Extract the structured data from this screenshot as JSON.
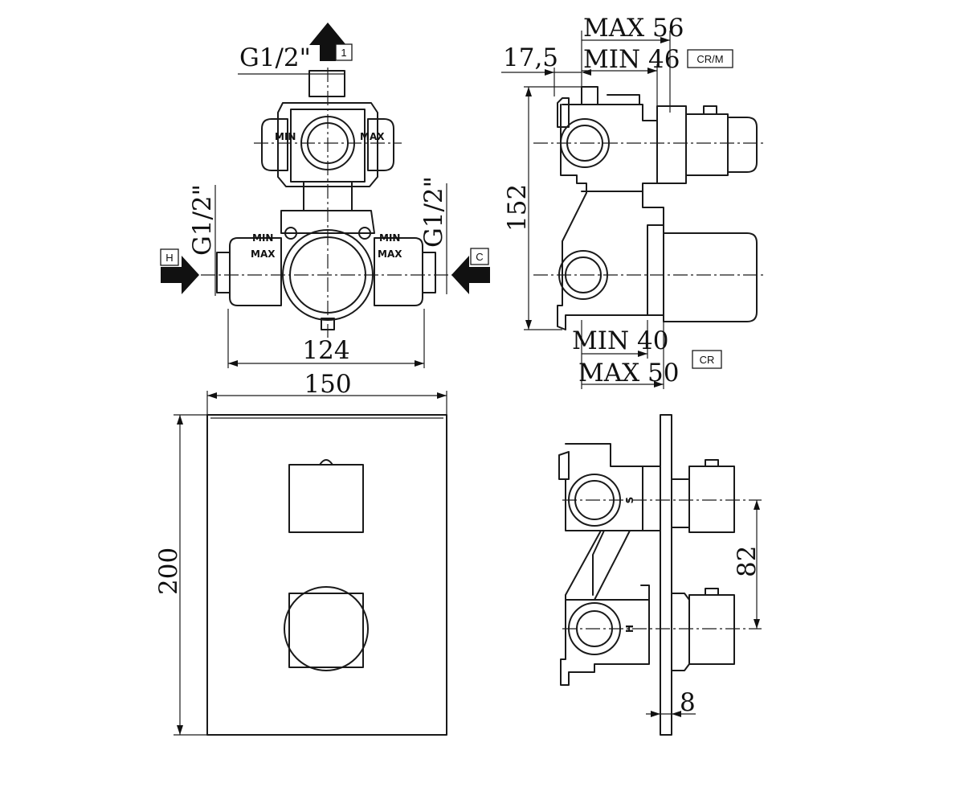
{
  "dimensions": {
    "thread_top": "G1/2\"",
    "thread_left": "G1/2\"",
    "thread_right": "G1/2\"",
    "width_body": "124",
    "plate_width": "150",
    "plate_height": "200",
    "offset_front": "17,5",
    "max_depth_cr_m": "MAX 56",
    "min_depth_cr_m": "MIN 46",
    "min_depth_cr": "MIN 40",
    "max_depth_cr": "MAX 50",
    "height_body": "152",
    "handle_spacing": "82",
    "plate_thickness": "8"
  },
  "labels": {
    "outlet": "1",
    "hot": "H",
    "cold": "C",
    "finish_cr_m": "CR/M",
    "finish_cr": "CR",
    "min_left": "MIN",
    "max_left": "MAX",
    "min_right": "MIN",
    "max_right": "MAX",
    "side_h": "H",
    "side_s": "S"
  }
}
